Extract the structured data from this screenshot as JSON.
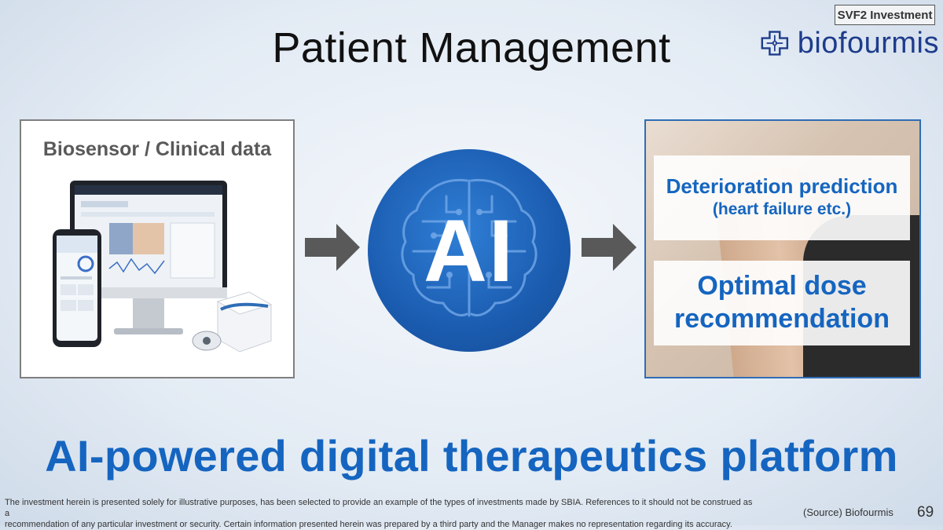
{
  "header": {
    "tag": "SVF2 Investment",
    "title": "Patient Management",
    "logo_text": "biofourmis",
    "logo_icon": "cross-circuit-icon",
    "logo_color": "#1e3c8c"
  },
  "left_panel": {
    "heading": "Biosensor / Clinical data",
    "image": "devices-illustration"
  },
  "center": {
    "label": "AI",
    "icon": "brain-circuit-icon",
    "color": "#1b5cb0"
  },
  "right_panel": {
    "box1_line1": "Deterioration prediction",
    "box1_line2": "(heart failure etc.)",
    "box2_line1": "Optimal dose",
    "box2_line2": "recommendation",
    "accent": "#1565c0"
  },
  "tagline": "AI-powered digital therapeutics platform",
  "footer": {
    "disclaimer_line1": "The investment herein is presented solely for illustrative purposes, has been selected to provide an example of the types of investments made by SBIA. References to it should not be construed as a",
    "disclaimer_line2": "recommendation of any particular investment or security. Certain information presented herein was prepared by a third party and the Manager makes no representation regarding its accuracy.",
    "source": "(Source) Biofourmis",
    "page_number": "69"
  }
}
